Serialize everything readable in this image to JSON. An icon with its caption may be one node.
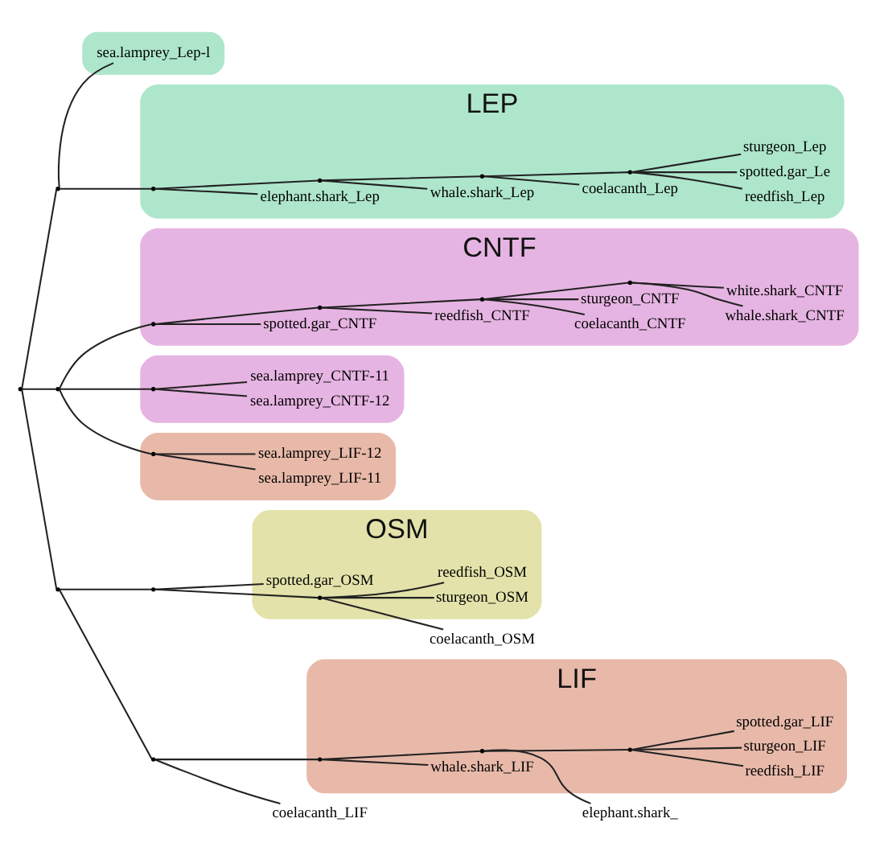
{
  "diagram": {
    "nodes": [
      {
        "text": [
          "CNTF"
        ]
      },
      {
        "text": [
          "whale.shark_CNTF"
        ],
        "in": 0
      },
      {
        "text": [
          "white.shark_CNTF"
        ],
        "in": 0
      },
      {
        "text": [
          "coelacanth_CNTF"
        ],
        "in": 0
      },
      {
        "text": [
          "sturgeon_CNTF"
        ],
        "in": 0
      },
      {
        "text": [
          "reedfish_CNTF"
        ],
        "in": 0
      },
      {
        "text": [
          "spotted.gar_CNTF"
        ],
        "in": 0
      },
      {
        "text": [],
        "shape": "ellipse"
      },
      {
        "text": [
          "sea.lamprey_Lep-l"
        ],
        "in": 7
      },
      {
        "text": [
          "LEP"
        ]
      },
      {
        "text": [
          "elephant.shark_Lep"
        ],
        "in": 9
      },
      {
        "text": [
          "whale.shark_Lep"
        ],
        "in": 9
      },
      {
        "text": [
          "coelacanth_Lep"
        ],
        "in": 9
      },
      {
        "text": [
          "reedfish_Lep"
        ],
        "in": 9
      },
      {
        "text": [
          "spotted.gar_Le"
        ],
        "in": 9
      },
      {
        "text": [
          "sturgeon_Lep"
        ],
        "in": 9
      },
      {
        "text": [],
        "shape": "ellipse"
      },
      {
        "text": [
          "sea.lamprey_CNTF-12"
        ],
        "in": 16
      },
      {
        "text": [
          "sea.lamprey_CNTF-11"
        ],
        "in": 16
      },
      {
        "text": [
          "OSM"
        ]
      },
      {
        "text": [
          "spotted.gar_OSM"
        ],
        "in": 19
      },
      {
        "text": [
          "sturgeon_OSM"
        ],
        "in": 19
      },
      {
        "text": [
          "reedfish_OSM"
        ],
        "in": 19
      },
      {
        "text": [
          "coelacanth_OSM"
        ]
      },
      {
        "text": [],
        "shape": "ellipse"
      },
      {
        "text": [
          "sea.lamprey_LIF-11"
        ],
        "in": 24
      },
      {
        "text": [
          "sea.lamprey_LIF-12"
        ],
        "in": 24
      },
      {
        "text": [
          "LIF"
        ]
      },
      {
        "text": [
          "reedfish_LIF"
        ],
        "in": 27
      },
      {
        "text": [
          "sturgeon_LIF"
        ],
        "in": 27
      },
      {
        "text": [
          "spotted.gar_LIF"
        ],
        "in": 27
      },
      {
        "text": [
          "elephant.shark_"
        ]
      },
      {
        "text": [
          "whale.shark_LIF"
        ],
        "in": 27
      },
      {
        "text": [
          "coelacanth_LIF"
        ]
      },
      {
        "text": [],
        "shape": "point"
      },
      {
        "text": [],
        "shape": "point"
      },
      {
        "text": [],
        "shape": "point",
        "in": 9
      },
      {
        "text": [],
        "shape": "point",
        "in": 9
      },
      {
        "text": [],
        "shape": "point",
        "in": 9
      },
      {
        "text": [],
        "shape": "point",
        "in": 9
      },
      {
        "text": [],
        "shape": "point"
      },
      {
        "text": [],
        "shape": "point",
        "in": 0
      },
      {
        "text": [],
        "shape": "point",
        "in": 0
      },
      {
        "text": [],
        "shape": "point",
        "in": 0
      },
      {
        "text": [],
        "shape": "point",
        "in": 0
      },
      {
        "text": [],
        "shape": "point",
        "in": 16
      },
      {
        "text": [],
        "shape": "point",
        "in": 24
      },
      {
        "text": [],
        "shape": "point"
      },
      {
        "text": [],
        "shape": "point"
      },
      {
        "text": [],
        "shape": "point",
        "in": 19
      },
      {
        "text": [],
        "shape": "point"
      },
      {
        "text": [],
        "shape": "point",
        "in": 27
      },
      {
        "text": [],
        "shape": "point",
        "in": 27
      },
      {
        "text": [],
        "shape": "point",
        "in": 27
      }
    ],
    "edges": [
      {
        "from": 34,
        "to": 35,
        "arrow": "none"
      },
      {
        "from": 35,
        "to": 8,
        "arrow": "none"
      },
      {
        "from": 35,
        "to": 36,
        "arrow": "none"
      },
      {
        "from": 36,
        "to": 10,
        "arrow": "none"
      },
      {
        "from": 36,
        "to": 37,
        "arrow": "none"
      },
      {
        "from": 37,
        "to": 11,
        "arrow": "none"
      },
      {
        "from": 37,
        "to": 38,
        "arrow": "none"
      },
      {
        "from": 38,
        "to": 12,
        "arrow": "none"
      },
      {
        "from": 38,
        "to": 39,
        "arrow": "none"
      },
      {
        "from": 39,
        "to": 13,
        "arrow": "none"
      },
      {
        "from": 39,
        "to": 14,
        "arrow": "none"
      },
      {
        "from": 39,
        "to": 15,
        "arrow": "none"
      },
      {
        "from": 34,
        "to": 40,
        "arrow": "none"
      },
      {
        "from": 40,
        "to": 41,
        "arrow": "none"
      },
      {
        "from": 41,
        "to": 6,
        "arrow": "none"
      },
      {
        "from": 41,
        "to": 42,
        "arrow": "none"
      },
      {
        "from": 42,
        "to": 5,
        "arrow": "none"
      },
      {
        "from": 42,
        "to": 43,
        "arrow": "none"
      },
      {
        "from": 43,
        "to": 4,
        "arrow": "none"
      },
      {
        "from": 43,
        "to": 3,
        "arrow": "none"
      },
      {
        "from": 43,
        "to": 44,
        "arrow": "none"
      },
      {
        "from": 44,
        "to": 1,
        "arrow": "none"
      },
      {
        "from": 44,
        "to": 2,
        "arrow": "none"
      },
      {
        "from": 40,
        "to": 45,
        "arrow": "none"
      },
      {
        "from": 45,
        "to": 17,
        "arrow": "none"
      },
      {
        "from": 45,
        "to": 18,
        "arrow": "none"
      },
      {
        "from": 40,
        "to": 46,
        "arrow": "none"
      },
      {
        "from": 46,
        "to": 25,
        "arrow": "none"
      },
      {
        "from": 46,
        "to": 26,
        "arrow": "none"
      },
      {
        "from": 34,
        "to": 47,
        "arrow": "none"
      },
      {
        "from": 47,
        "to": 48,
        "arrow": "none"
      },
      {
        "from": 48,
        "to": 20,
        "arrow": "none"
      },
      {
        "from": 48,
        "to": 49,
        "arrow": "none"
      },
      {
        "from": 49,
        "to": 21,
        "arrow": "none"
      },
      {
        "from": 49,
        "to": 22,
        "arrow": "none"
      },
      {
        "from": 49,
        "to": 23,
        "arrow": "none"
      },
      {
        "from": 47,
        "to": 50,
        "arrow": "none"
      },
      {
        "from": 50,
        "to": 33,
        "arrow": "none"
      },
      {
        "from": 50,
        "to": 51,
        "arrow": "none"
      },
      {
        "from": 51,
        "to": 32,
        "arrow": "none"
      },
      {
        "from": 51,
        "to": 52,
        "arrow": "none"
      },
      {
        "from": 52,
        "to": 31,
        "arrow": "none"
      },
      {
        "from": 52,
        "to": 53,
        "arrow": "none"
      },
      {
        "from": 53,
        "to": 30,
        "arrow": "none"
      },
      {
        "from": 53,
        "to": 29,
        "arrow": "none"
      },
      {
        "from": 53,
        "to": 28,
        "arrow": "none"
      }
    ]
  }
}
